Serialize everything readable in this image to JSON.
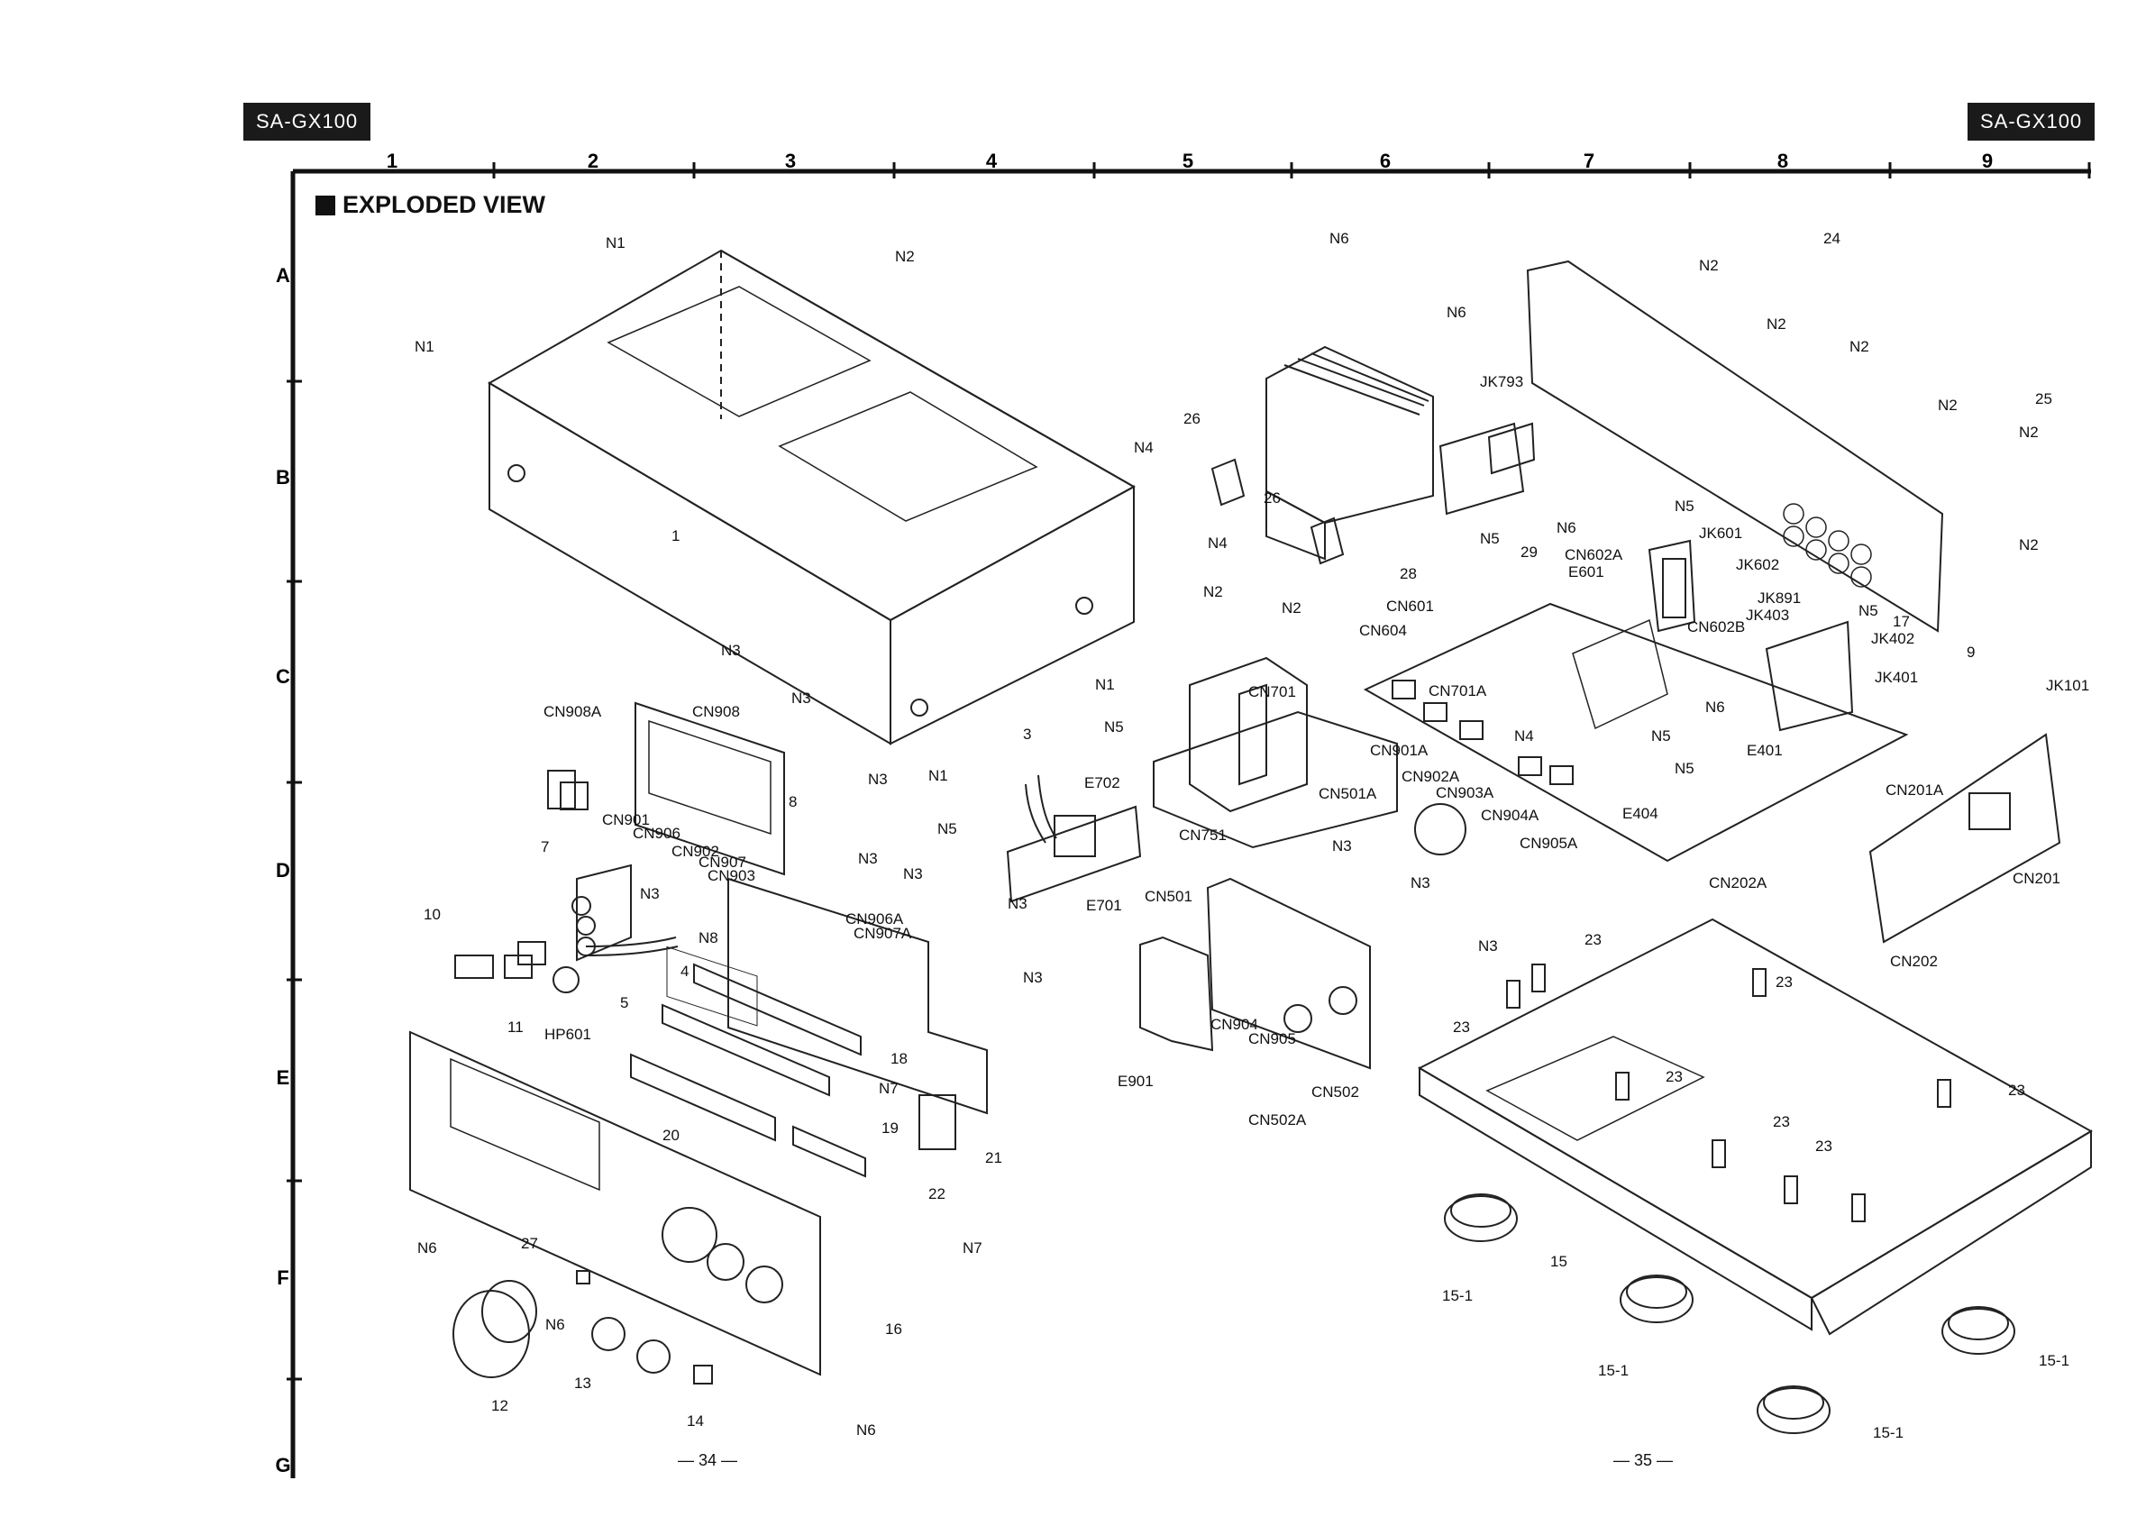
{
  "model_left": "SA-GX100",
  "model_right": "SA-GX100",
  "title": "EXPLODED VIEW",
  "grid_columns": [
    "1",
    "2",
    "3",
    "4",
    "5",
    "6",
    "7",
    "8",
    "9"
  ],
  "grid_rows": [
    "A",
    "B",
    "C",
    "D",
    "E",
    "F",
    "G"
  ],
  "page_left": "— 34 —",
  "page_right": "— 35 —",
  "labels": [
    "N1",
    "N2",
    "N1",
    "1",
    "N1",
    "N1",
    "N3",
    "CN908A",
    "CN908",
    "N3",
    "N3",
    "8",
    "7",
    "CN901",
    "CN906",
    "CN902",
    "CN907",
    "CN903",
    "N3",
    "10",
    "11",
    "HP601",
    "5",
    "4",
    "N8",
    "N3",
    "N3",
    "CN906A",
    "CN907A",
    "N3",
    "N3",
    "18",
    "N7",
    "19",
    "20",
    "21",
    "22",
    "N6",
    "27",
    "N6",
    "12",
    "13",
    "14",
    "16",
    "N7",
    "N6",
    "3",
    "N5",
    "E702",
    "N5",
    "CN751",
    "E701",
    "N6",
    "N6",
    "26",
    "N4",
    "26",
    "N4",
    "N2",
    "N2",
    "CN701",
    "JK793",
    "29",
    "N5",
    "28",
    "N5",
    "N6",
    "CN602A",
    "E601",
    "CN601",
    "CN604",
    "CN701A",
    "CN901A",
    "CN902A",
    "CN903A",
    "N4",
    "CN904A",
    "CN905A",
    "N5",
    "N5",
    "N6",
    "E401",
    "E404",
    "CN202A",
    "CN602B",
    "JK601",
    "JK602",
    "JK891",
    "JK403",
    "N5",
    "17",
    "JK402",
    "JK401",
    "9",
    "N2",
    "24",
    "N2",
    "N2",
    "N2",
    "N2",
    "25",
    "N2",
    "CN501A",
    "N3",
    "N3",
    "CN501",
    "N3",
    "CN904",
    "CN905",
    "CN502",
    "CN502A",
    "E901",
    "JK101",
    "CN201A",
    "CN201",
    "CN202",
    "23",
    "23",
    "23",
    "23",
    "23",
    "23",
    "23",
    "15",
    "15-1",
    "15-1",
    "15-1",
    "15-1"
  ]
}
